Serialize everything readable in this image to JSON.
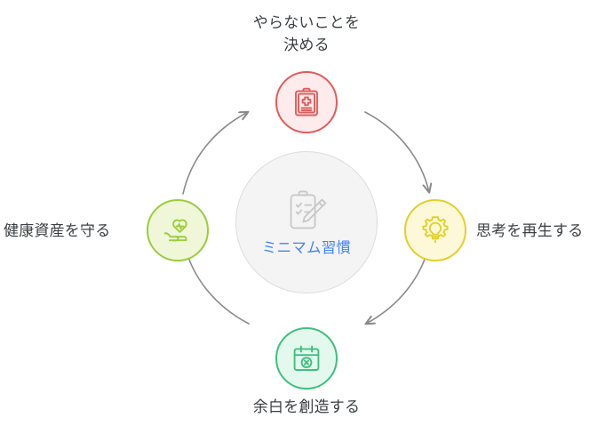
{
  "diagram": {
    "type": "cycle",
    "direction": "clockwise",
    "background_color": "#ffffff",
    "center": {
      "label": "ミニマム習慣",
      "label_color": "#4285f4",
      "fill_color": "#f4f4f4",
      "border_color": "#dcdcdc",
      "icon": "clipboard-pencil-icon",
      "icon_color": "#c8c8c8"
    },
    "nodes": [
      {
        "id": "top",
        "label": "やらないことを\n決める",
        "icon": "medical-clipboard-icon",
        "accent_color": "#e05c5c",
        "fill_color": "#fdeceb",
        "position": "top"
      },
      {
        "id": "right",
        "label": "思考を再生する",
        "icon": "gear-lightbulb-icon",
        "accent_color": "#e3cf2b",
        "fill_color": "#fcf8d8",
        "position": "right"
      },
      {
        "id": "bottom",
        "label": "余白を創造する",
        "icon": "calendar-cancel-icon",
        "accent_color": "#3fbf7f",
        "fill_color": "#e4f9ee",
        "position": "bottom"
      },
      {
        "id": "left",
        "label": "健康資産を守る",
        "icon": "hand-heart-pulse-icon",
        "accent_color": "#9ccc3c",
        "fill_color": "#f0f7d9",
        "position": "left"
      }
    ],
    "arrows": [
      {
        "id": "left-to-top",
        "from": "left",
        "to": "top",
        "color": "#8a8a8a"
      },
      {
        "id": "top-to-right",
        "from": "top",
        "to": "right",
        "color": "#8a8a8a"
      },
      {
        "id": "right-to-bottom",
        "from": "right",
        "to": "bottom",
        "color": "#8a8a8a"
      },
      {
        "id": "bottom-to-left",
        "from": "bottom",
        "to": "left",
        "color": "#8a8a8a"
      }
    ]
  }
}
